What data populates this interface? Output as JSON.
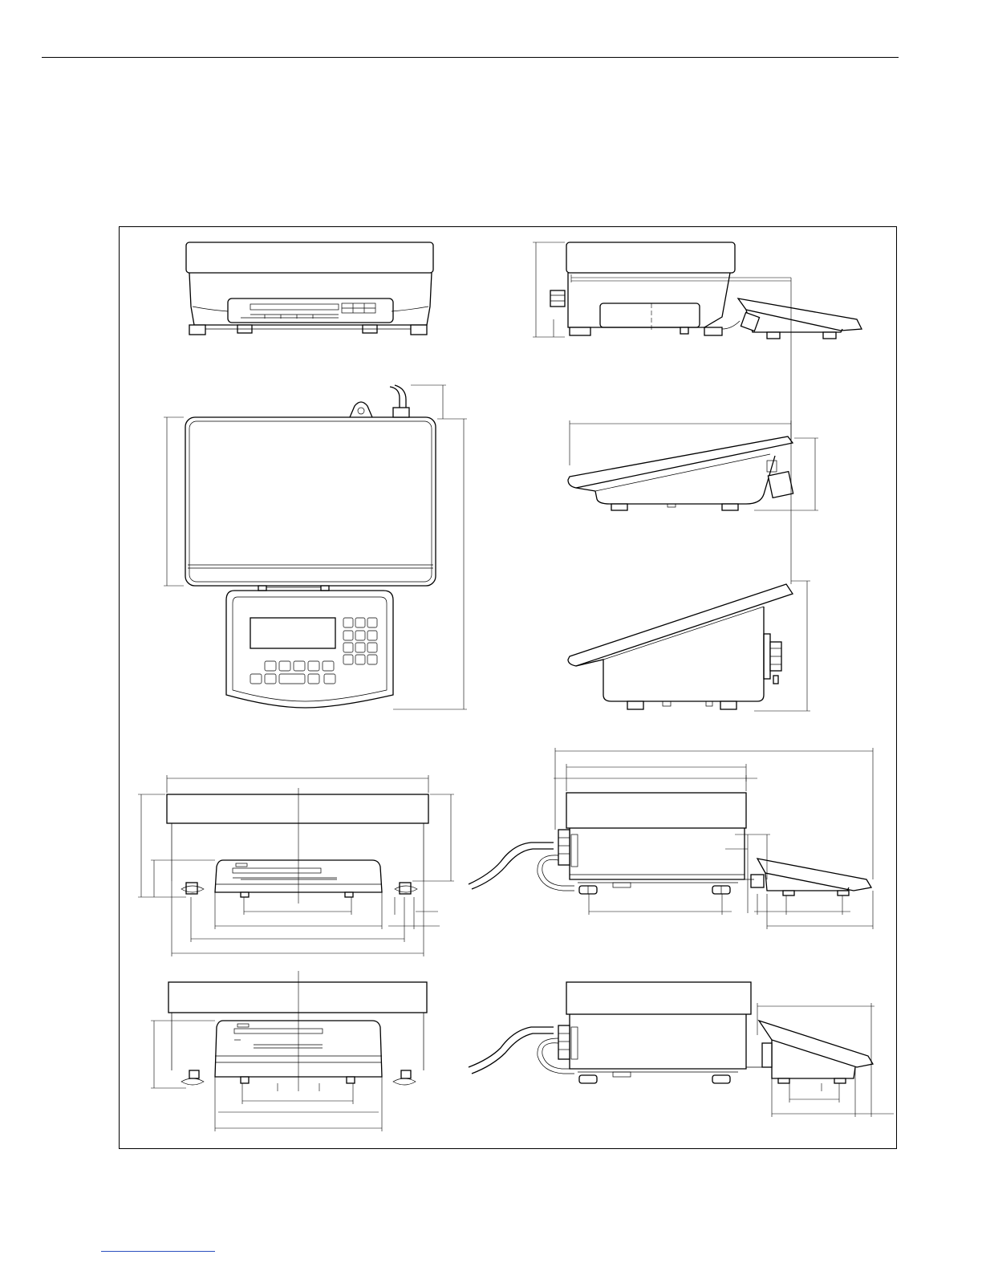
{
  "document": {
    "kind": "dimension drawing",
    "colors": {
      "line": "#000000",
      "footer_link": "#2a4fbf"
    }
  },
  "views": [
    {
      "id": "front-view-top"
    },
    {
      "id": "side-view-top"
    },
    {
      "id": "top-view"
    },
    {
      "id": "indicator-side-small"
    },
    {
      "id": "indicator-side-large"
    },
    {
      "id": "front-view-mounted"
    },
    {
      "id": "side-view-mounted"
    },
    {
      "id": "front-view-mounted-alt"
    },
    {
      "id": "side-view-mounted-alt"
    }
  ]
}
